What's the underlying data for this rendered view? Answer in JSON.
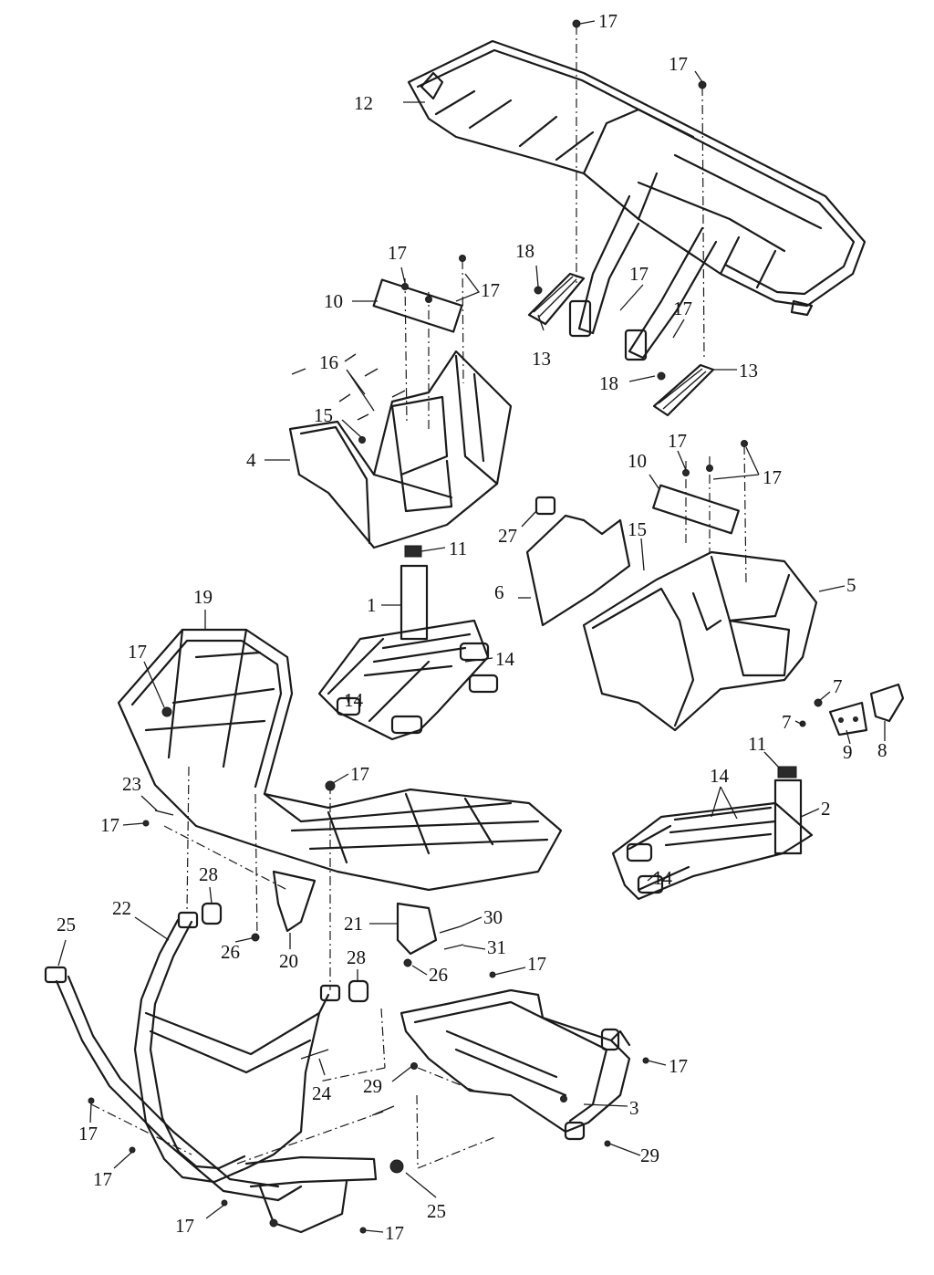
{
  "callouts": [
    {
      "id": "c1",
      "text": "17"
    },
    {
      "id": "c2",
      "text": "17"
    },
    {
      "id": "c3",
      "text": "12"
    },
    {
      "id": "c4",
      "text": "17"
    },
    {
      "id": "c5",
      "text": "17"
    },
    {
      "id": "c6",
      "text": "10"
    },
    {
      "id": "c7",
      "text": "18"
    },
    {
      "id": "c8",
      "text": "17"
    },
    {
      "id": "c9",
      "text": "16"
    },
    {
      "id": "c10",
      "text": "17"
    },
    {
      "id": "c11",
      "text": "13"
    },
    {
      "id": "c12",
      "text": "18"
    },
    {
      "id": "c13",
      "text": "13"
    },
    {
      "id": "c14",
      "text": "15"
    },
    {
      "id": "c15",
      "text": "4"
    },
    {
      "id": "c16",
      "text": "17"
    },
    {
      "id": "c17",
      "text": "10"
    },
    {
      "id": "c18",
      "text": "17"
    },
    {
      "id": "c19",
      "text": "27"
    },
    {
      "id": "c20",
      "text": "15"
    },
    {
      "id": "c21",
      "text": "11"
    },
    {
      "id": "c22",
      "text": "1"
    },
    {
      "id": "c23",
      "text": "6"
    },
    {
      "id": "c24",
      "text": "5"
    },
    {
      "id": "c25",
      "text": "19"
    },
    {
      "id": "c26",
      "text": "14"
    },
    {
      "id": "c27",
      "text": "17"
    },
    {
      "id": "c28",
      "text": "14"
    },
    {
      "id": "c29",
      "text": "7"
    },
    {
      "id": "c30",
      "text": "7"
    },
    {
      "id": "c31",
      "text": "9"
    },
    {
      "id": "c32",
      "text": "8"
    },
    {
      "id": "c33",
      "text": "11"
    },
    {
      "id": "c34",
      "text": "17"
    },
    {
      "id": "c35",
      "text": "14"
    },
    {
      "id": "c36",
      "text": "23"
    },
    {
      "id": "c37",
      "text": "2"
    },
    {
      "id": "c38",
      "text": "17"
    },
    {
      "id": "c39",
      "text": "14"
    },
    {
      "id": "c40",
      "text": "28"
    },
    {
      "id": "c41",
      "text": "22"
    },
    {
      "id": "c42",
      "text": "21"
    },
    {
      "id": "c43",
      "text": "30"
    },
    {
      "id": "c44",
      "text": "25"
    },
    {
      "id": "c45",
      "text": "26"
    },
    {
      "id": "c46",
      "text": "20"
    },
    {
      "id": "c47",
      "text": "31"
    },
    {
      "id": "c48",
      "text": "28"
    },
    {
      "id": "c49",
      "text": "26"
    },
    {
      "id": "c50",
      "text": "17"
    },
    {
      "id": "c51",
      "text": "17"
    },
    {
      "id": "c52",
      "text": "29"
    },
    {
      "id": "c53",
      "text": "24"
    },
    {
      "id": "c54",
      "text": "3"
    },
    {
      "id": "c55",
      "text": "17"
    },
    {
      "id": "c56",
      "text": "29"
    },
    {
      "id": "c57",
      "text": "17"
    },
    {
      "id": "c58",
      "text": "25"
    },
    {
      "id": "c59",
      "text": "17"
    },
    {
      "id": "c60",
      "text": "17"
    }
  ]
}
